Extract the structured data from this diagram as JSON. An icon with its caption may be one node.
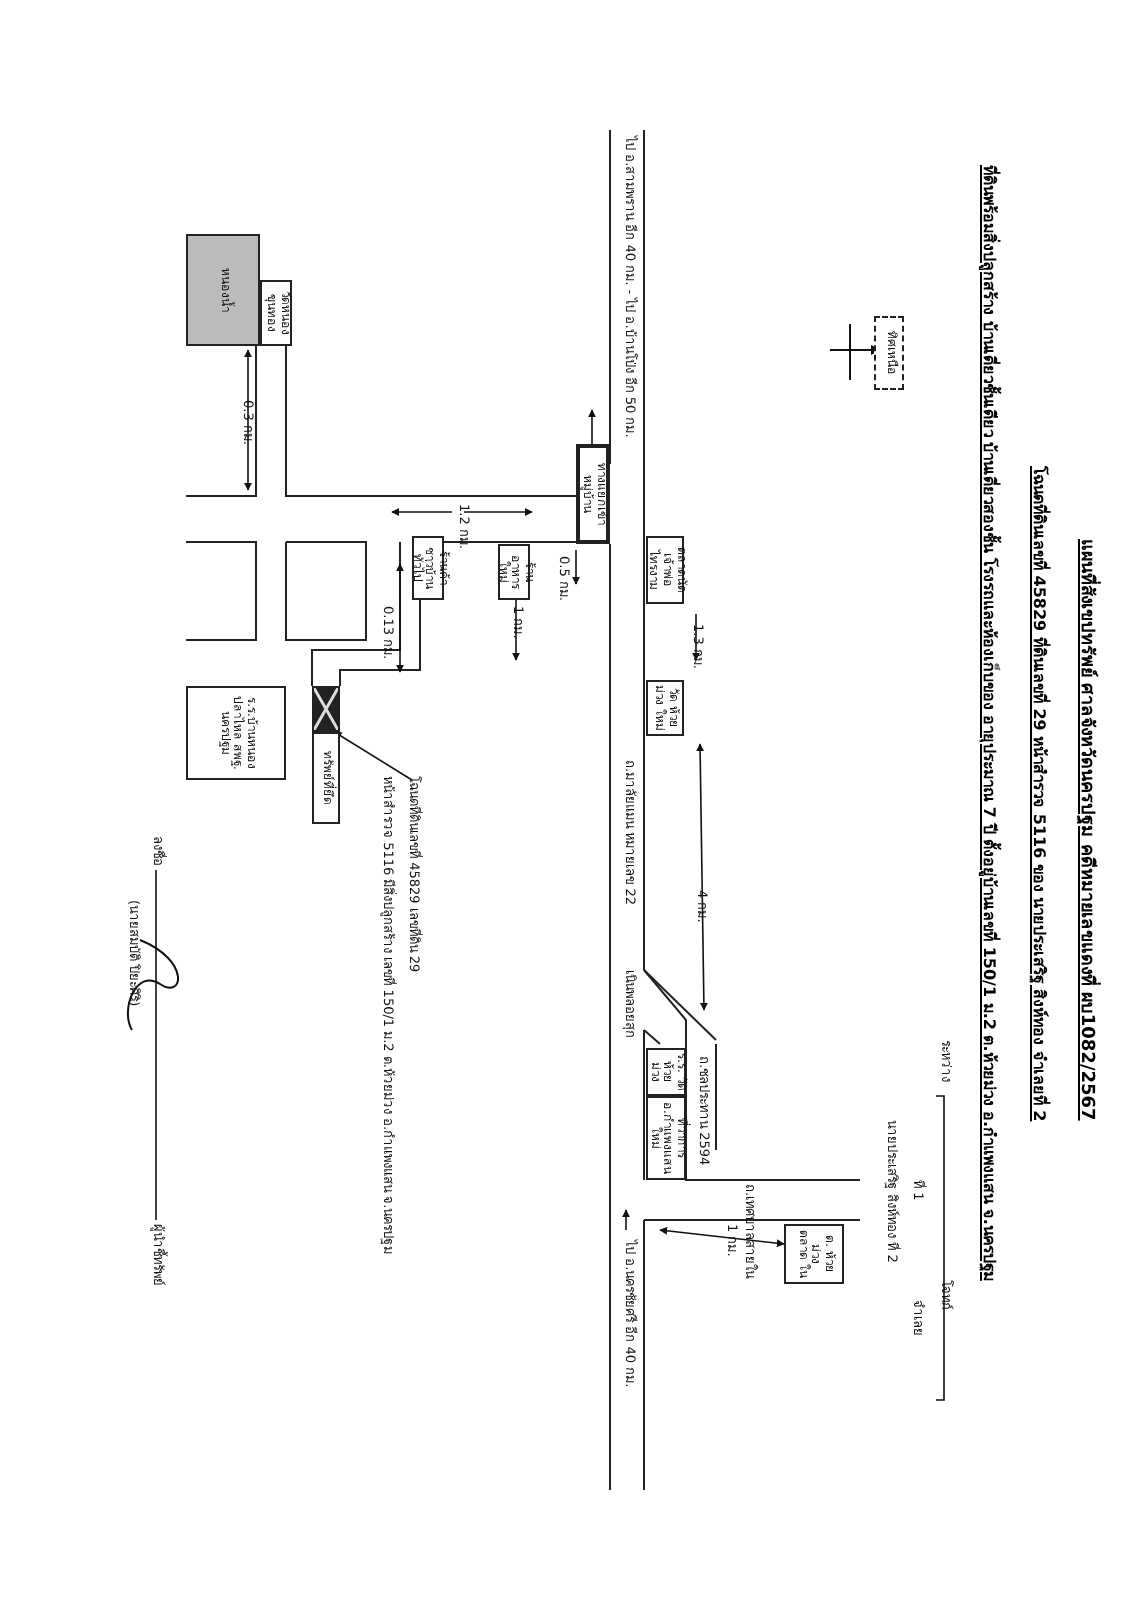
{
  "diagram": {
    "title": "แผนที่สังเขปทรัพย์ ศาลจังหวัดนครปฐม คดีหมายเลขแดงที่ ผบ1082/2567",
    "nodes": [
      {
        "text": [
          "ทิศเหนือ"
        ]
      },
      {
        "text": [
          "หนองน้ำ"
        ]
      },
      {
        "text": [
          "วัดหนอง ขุนทอง"
        ]
      },
      {
        "text": [
          "ทางแยกเข้าหมู่บ้าน"
        ]
      },
      {
        "text": [
          "ร้านอาหาร ใหม่"
        ]
      },
      {
        "text": [
          "ร้านค้า ชาวบ้าน ทั่วไป"
        ]
      },
      {
        "text": [
          "ร.ร.บ้านหนองปลาไหล สพฐ. นครปฐม"
        ]
      },
      {
        "text": [],
        "shape": "box"
      },
      {
        "text": [
          "ทรัพย์ที่ยึด"
        ]
      },
      {
        "text": [
          "โฉนดที่ดินเลขที่ 45829 เลขที่ดิน 29",
          "หน้าสำรวจ 5116 มีสิ่งปลูกสร้าง เลขที่ 150/1 ม.2 ต.ห้วยม่วง อ.กำแพงแสน จ.นครปฐม"
        ]
      },
      {
        "text": [
          "ตลาดนัด เจ้าพ่อ ไทรงาม"
        ]
      },
      {
        "text": [
          "วัด ห้วยม่วง ใหม่"
        ]
      },
      {
        "text": [
          "ร.ร. วัดห้วย ม่วง"
        ]
      },
      {
        "text": [
          "ที่ว่าการ อ.กำแพงแสน ใหม่"
        ]
      },
      {
        "text": [
          "ต. ห้วยม่วง ตลาด ใน"
        ]
      }
    ],
    "edges": [
      {
        "from": 9,
        "to": 7,
        "arrow": "to"
      }
    ],
    "labels": [
      "โฉนดที่ดินเลขที่ 45829 ที่ดินเลขที่ 29 หน้าสำรวจ 5116 ของ นายประเสริฐ สิงห์ทอง จำเลยที่ 2",
      "ที่ดินพร้อมสิ่งปลูกสร้าง บ้านเดี่ยวชั้นเดียว บ้านเดี่ยวสองชั้น โรงรถและห้องเก็บของ อายุประมาณ 7 ปี ตั้งอยู่บ้านเลขที่ 150/1 ม.2 ต.ห้วยม่วง อ.กำแพงแสน จ.นครปฐม",
      "ระหว่าง",
      "โจทก์",
      "ที่ 1",
      "จำเลย",
      "นายประเสริฐ สิงห์ทอง ที่ 2",
      "ไป อ.สามพราน อีก 40 กม. - ไป อ.บ้านโป่ง อีก 50 กม.",
      "ถ.มาลัยแมน หมายเลข 22",
      "เนินพลอยสุก",
      "ไป อ.นครชัยศรี อีก 40 กม.",
      "ถ.ชลประทาน 2594",
      "ถ.เทศบาลสายใน",
      "0.3 กม.",
      "1.2 กม.",
      "0.5 กม.",
      "1 กม.",
      "0.13 กม.",
      "1.3 กม.",
      "4 กม.",
      "1 กม.",
      "ลงชื่อ",
      "ผู้นำชี้ทรัพย์",
      "(นายสมบัติ ปิยะศิริ)"
    ]
  }
}
